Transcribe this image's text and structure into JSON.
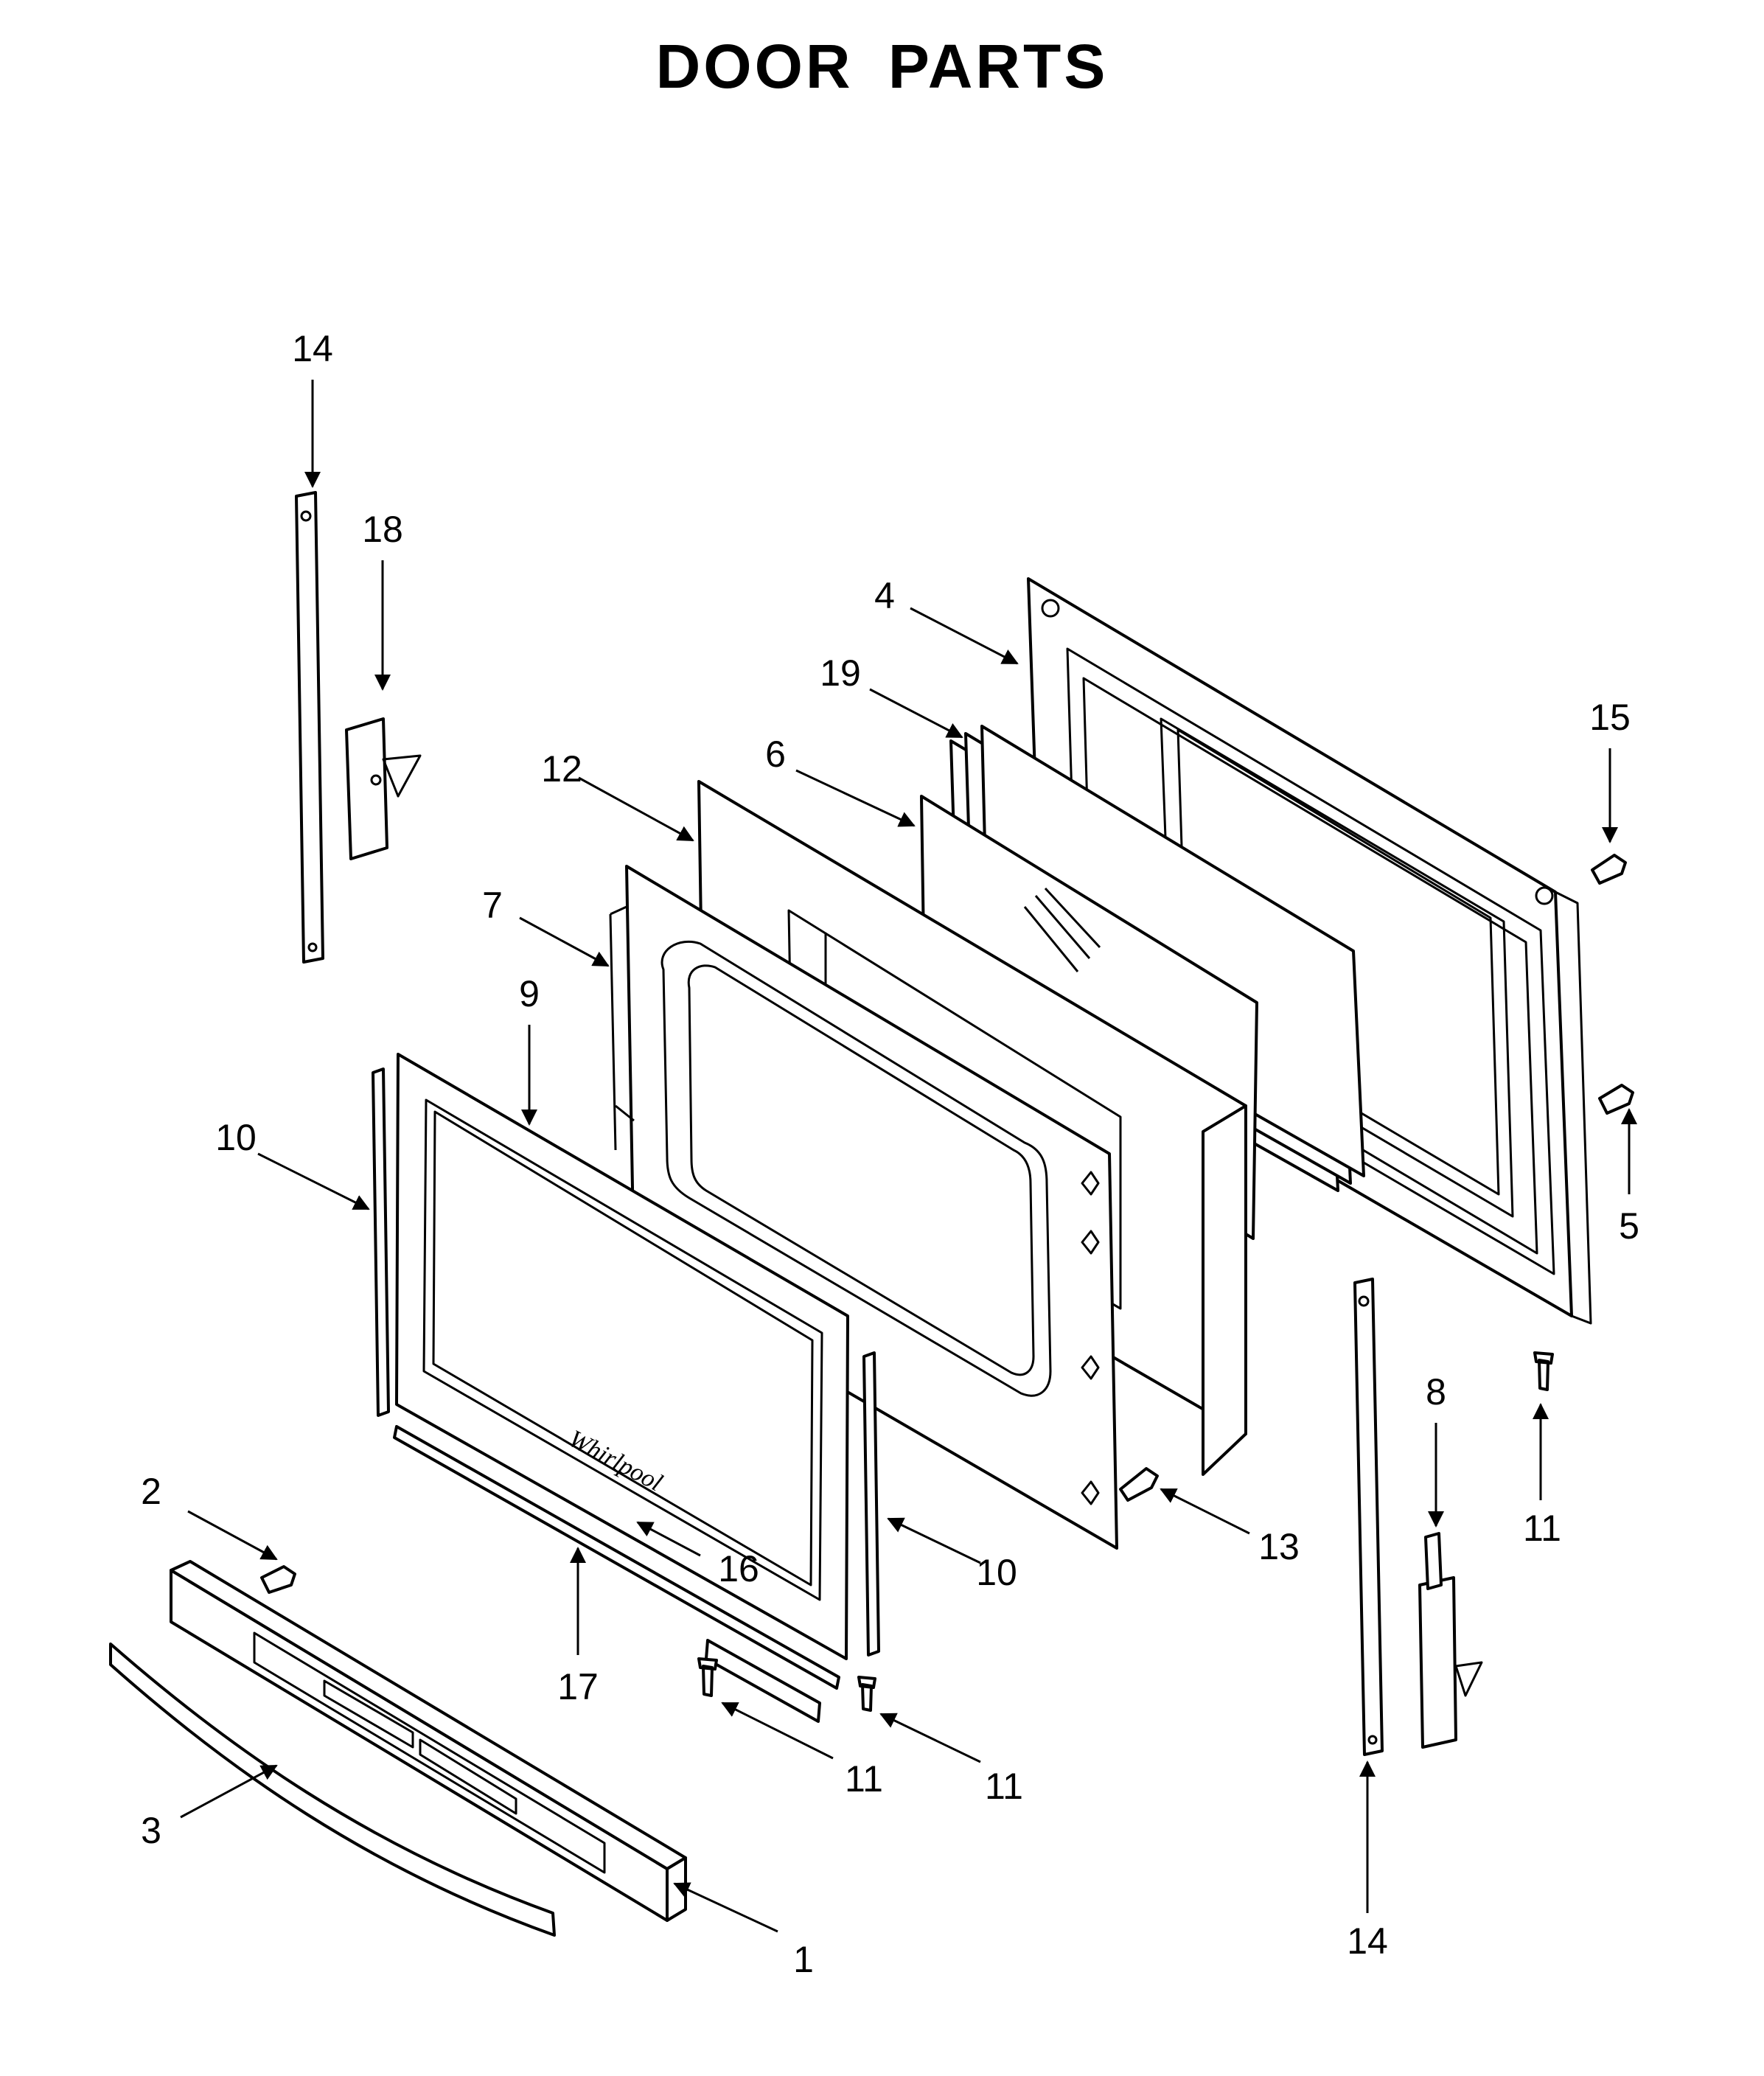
{
  "title": "DOOR PARTS",
  "callouts": {
    "c1": "1",
    "c2": "2",
    "c3": "3",
    "c4": "4",
    "c5": "5",
    "c6": "6",
    "c7": "7",
    "c8": "8",
    "c9": "9",
    "c10a": "10",
    "c10b": "10",
    "c11a": "11",
    "c11b": "11",
    "c11c": "11",
    "c12": "12",
    "c13": "13",
    "c14a": "14",
    "c14b": "14",
    "c15": "15",
    "c16": "16",
    "c17": "17",
    "c18": "18",
    "c19": "19"
  }
}
